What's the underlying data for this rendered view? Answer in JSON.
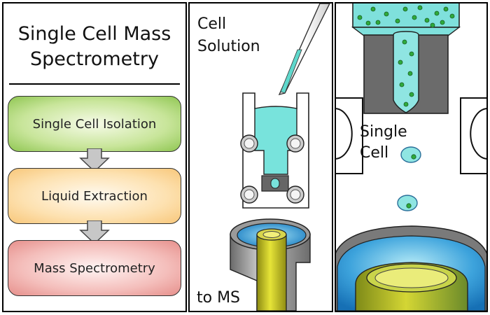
{
  "title": "Single Cell Mass Spectrometry",
  "title_lines": [
    "Single Cell Mass",
    "Spectrometry"
  ],
  "steps": [
    {
      "label": "Single Cell Isolation"
    },
    {
      "label": "Liquid Extraction"
    },
    {
      "label": "Mass Spectrometry"
    }
  ],
  "middle_panel": {
    "cell_solution_lines": [
      "Cell",
      "Solution"
    ],
    "to_ms_label": "to MS"
  },
  "right_panel": {
    "single_cell_lines": [
      "Single",
      "Cell"
    ]
  },
  "colors": {
    "liquid": "#7fe0dc",
    "cell_dot": "#2eaa3c",
    "emitter": "#d6d41a",
    "dish_blue": "#2a8fd0",
    "metal": "#808080"
  }
}
